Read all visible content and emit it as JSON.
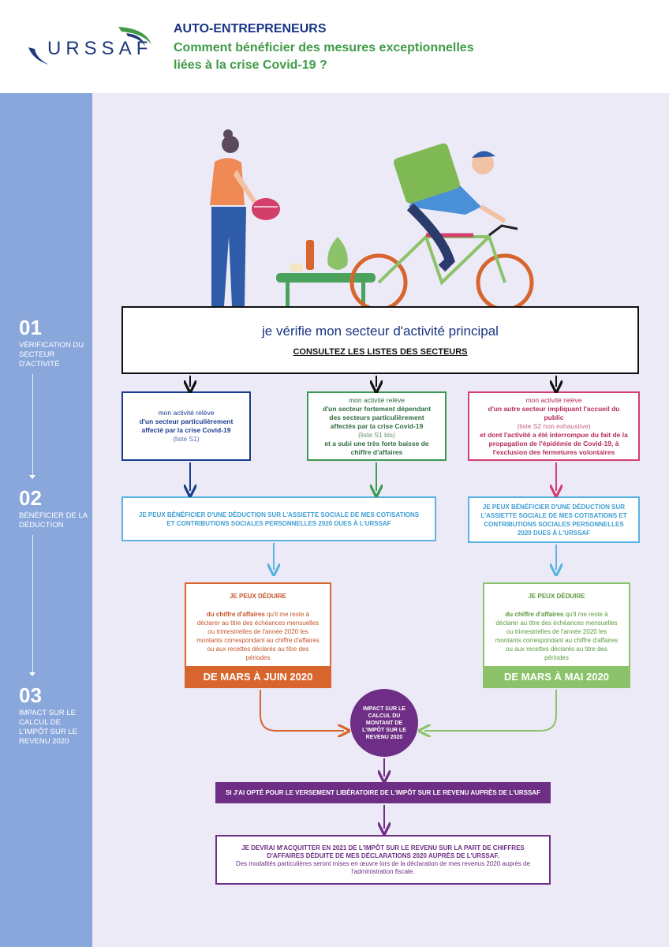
{
  "header": {
    "logo_text": "URSSAF",
    "title_line1": "AUTO-ENTREPRENEURS",
    "title_line2": "Comment bénéficier des mesures exceptionnelles liées à la crise Covid-19 ?"
  },
  "sidebar": {
    "steps": [
      {
        "number": "01",
        "label": "VÉRIFICATION DU SECTEUR D'ACTIVITÉ"
      },
      {
        "number": "02",
        "label": "BÉNÉFICIER DE LA DÉDUCTION"
      },
      {
        "number": "03",
        "label": "IMPACT SUR LE CALCUL DE L'IMPÔT SUR LE REVENU 2020"
      }
    ]
  },
  "step1": {
    "title": "je vérifie mon secteur d'activité principal",
    "link": "CONSULTEZ LES LISTES DES SECTEURS"
  },
  "sectors": {
    "blue": {
      "part1": "mon activité relève",
      "bold": "d'un secteur particulièrement affecté par la crise Covid-19",
      "note": "(liste S1)"
    },
    "green": {
      "part1": "mon activité relève",
      "bold": "d'un secteur fortement dépendant des secteurs particulièrement affectés par la crise Covid-19",
      "note": "(liste S1 bis)",
      "bold2": "et a subi une très forte baisse de chiffre d'affaires"
    },
    "pink": {
      "part1": "mon activité relève",
      "bold": "d'un autre secteur impliquant l'accueil du public",
      "note": "(liste S2 non exhaustive)",
      "bold2": "et dont l'activité a été interrompue du fait de la propagation de l'épidémie de Covid-19, à l'exclusion des fermetures volontaires"
    }
  },
  "deduction": {
    "left": "JE PEUX BÉNÉFICIER D'UNE DÉDUCTION SUR L'ASSIETTE SOCIALE DE MES COTISATIONS ET CONTRIBUTIONS SOCIALES PERSONNELLES 2020 DUES À L'URSSAF",
    "right": "JE PEUX BÉNÉFICIER D'UNE DÉDUCTION SUR L'ASSIETTE SOCIALE DE MES COTISATIONS ET CONTRIBUTIONS SOCIALES PERSONNELLES 2020 DUES À L'URSSAF"
  },
  "periods": {
    "left": {
      "title": "JE PEUX DÉDUIRE",
      "bold": "du chiffre d'affaires",
      "text": "qu'il me reste à déclarer au titre des échéances mensuelles ou trimestrielles de l'année 2020 les montants correspondant au chiffre d'affaires ou aux recettes déclarés au titre des périodes",
      "band": "DE MARS À JUIN 2020"
    },
    "right": {
      "title": "JE PEUX DÉDUIRE",
      "bold": "du chiffre d'affaires",
      "text": "qu'il me reste à déclarer au titre des échéances mensuelles ou trimestrielles de l'année 2020 les montants correspondant au chiffre d'affaires ou aux recettes déclarés au titre des périodes",
      "band": "DE MARS À MAI 2020"
    }
  },
  "impact": {
    "circle": "IMPACT SUR LE CALCUL DU MONTANT DE L'IMPÔT SUR LE REVENU 2020",
    "band": "SI J'AI OPTÉ POUR LE VERSEMENT LIBÉRATOIRE DE L'IMPÔT SUR LE REVENU AUPRÈS DE L'URSSAF",
    "final_bold": "JE DEVRAI M'ACQUITTER EN 2021 DE L'IMPÔT SUR LE REVENU SUR LA PART DE CHIFFRES D'AFFAIRES DÉDUITE DE MES DÉCLARATIONS 2020 AUPRÈS DE L'URSSAF.",
    "final_text": "Des modalités particulières seront mises en œuvre lors de la déclaration de mes revenus 2020 auprès de l'administration fiscale."
  },
  "colors": {
    "navy": "#1a3583",
    "green": "#3f9b46",
    "pink": "#d23f71",
    "light_blue": "#5ab3e3",
    "orange": "#d8652d",
    "light_green": "#8cc36a",
    "purple": "#6e2e85",
    "sidebar": "#8aa7db",
    "background": "#eceaf7"
  }
}
